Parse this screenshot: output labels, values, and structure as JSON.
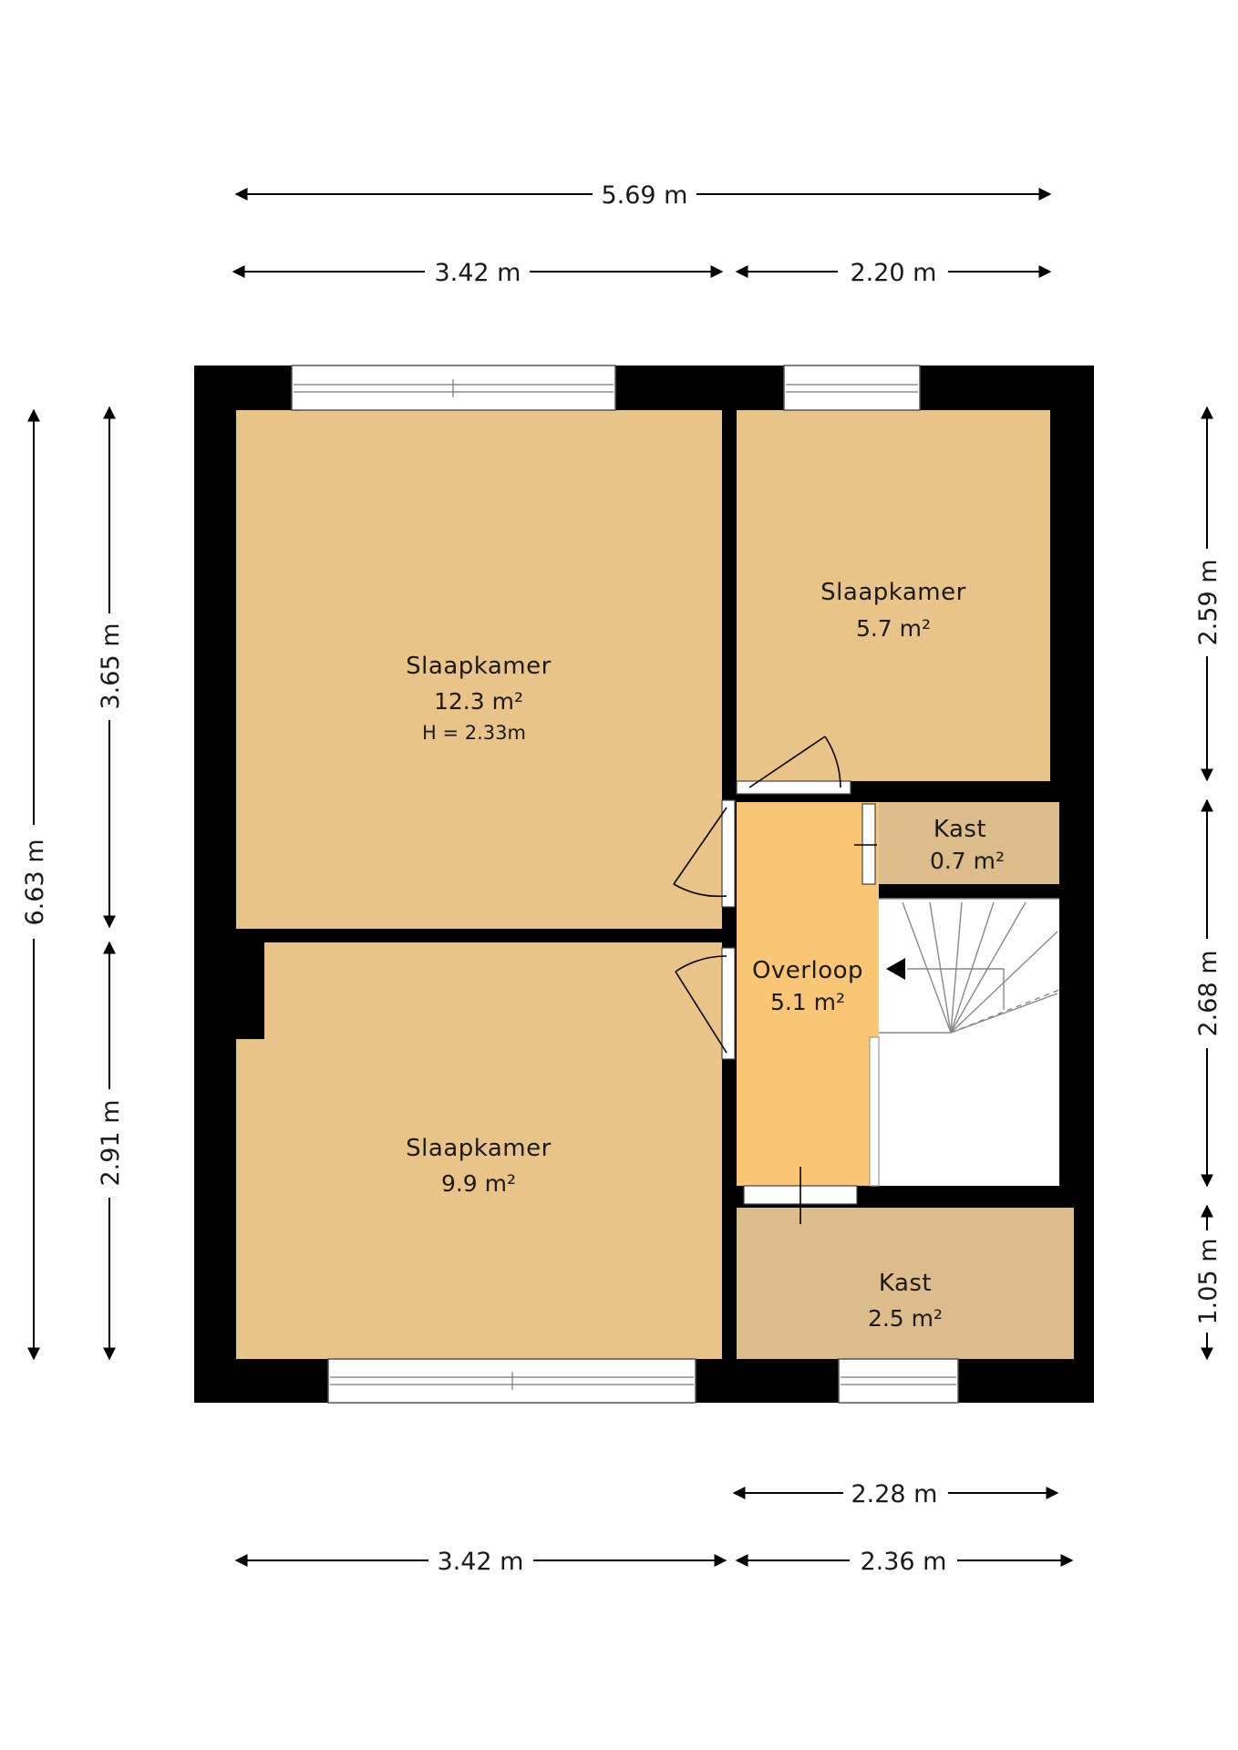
{
  "rooms": [
    {
      "id": "bedroom-1",
      "name": "Slaapkamer",
      "area": "12.3 m²",
      "height": "H = 2.33m",
      "color": "#E9C488"
    },
    {
      "id": "bedroom-2",
      "name": "Slaapkamer",
      "area": "5.7 m²",
      "color": "#E9C488"
    },
    {
      "id": "bedroom-3",
      "name": "Slaapkamer",
      "area": "9.9 m²",
      "color": "#E9C488"
    },
    {
      "id": "landing",
      "name": "Overloop",
      "area": "5.1 m²",
      "color": "#F9C676"
    },
    {
      "id": "closet-1",
      "name": "Kast",
      "area": "0.7 m²",
      "color": "#DCBC8A"
    },
    {
      "id": "closet-2",
      "name": "Kast",
      "area": "2.5 m²",
      "color": "#DCBC8A"
    }
  ],
  "dimensions": {
    "top_total": "5.69 m",
    "top_left": "3.42 m",
    "top_right": "2.20 m",
    "left_total": "6.63 m",
    "left_upper": "3.65 m",
    "left_lower": "2.91 m",
    "right_1": "2.59 m",
    "right_2": "2.68 m",
    "right_3": "1.05 m",
    "bottom_mid": "2.28 m",
    "bottom_left": "3.42 m",
    "bottom_right": "2.36 m"
  },
  "colors": {
    "wall": "#000000",
    "room": "#E9C488",
    "landing": "#F9C676",
    "closet": "#DCBC8A",
    "stair": "#FFFFFF"
  }
}
